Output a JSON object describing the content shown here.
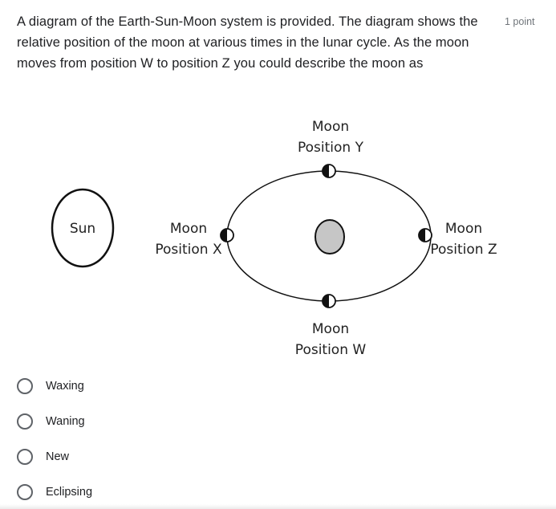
{
  "question": {
    "text": "A diagram of the Earth-Sun-Moon system is provided. The diagram shows the relative position of the moon at various times in the lunar cycle. As the moon moves from position W to position Z you could describe the moon as",
    "points": "1 point"
  },
  "diagram": {
    "sun_label": "Sun",
    "moon_y": [
      "Moon",
      "Position Y"
    ],
    "moon_x": [
      "Moon",
      "Position X"
    ],
    "moon_z": [
      "Moon",
      "Position Z"
    ],
    "moon_w": [
      "Moon",
      "Position W"
    ],
    "colors": {
      "earth_fill": "#c6c6c6",
      "stroke": "#111111"
    }
  },
  "options": [
    {
      "label": "Waxing"
    },
    {
      "label": "Waning"
    },
    {
      "label": "New"
    },
    {
      "label": "Eclipsing"
    }
  ]
}
